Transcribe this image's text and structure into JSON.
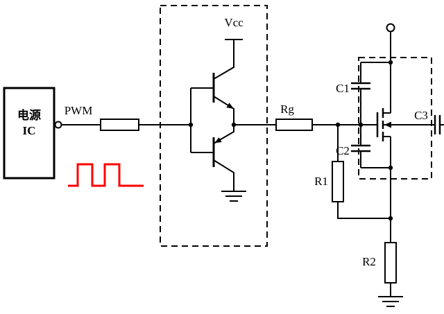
{
  "diagram": {
    "power_ic": {
      "line1": "电源",
      "line2": "IC"
    },
    "labels": {
      "pwm": "PWM",
      "vcc": "Vcc",
      "rg": "Rg",
      "c1": "C1",
      "c2": "C2",
      "c3": "C3",
      "r1": "R1",
      "r2": "R2"
    },
    "colors": {
      "line": "#000000",
      "waveform": "#ff0000",
      "background": "#ffffff"
    }
  }
}
